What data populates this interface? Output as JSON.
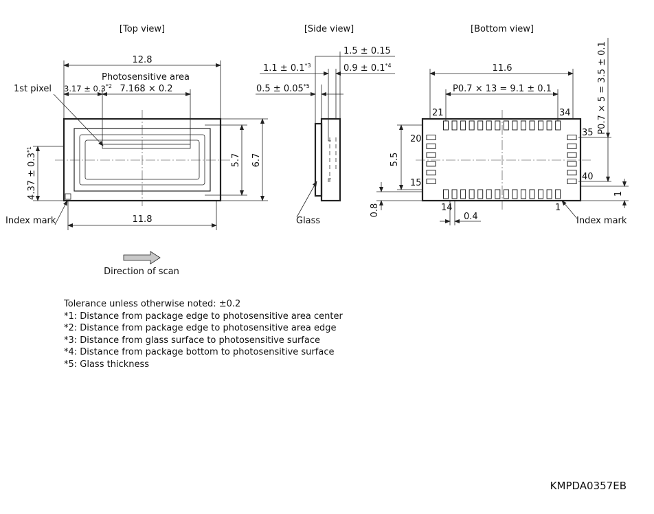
{
  "views": {
    "top": "[Top view]",
    "side": "[Side view]",
    "bottom": "[Bottom view]"
  },
  "top_view": {
    "width_overall": "12.8",
    "photosensitive_area": "Photosensitive area",
    "first_pixel": "1st pixel",
    "offset_edge": "3.17 ± 0.3",
    "offset_edge_note": "*2",
    "area_length": "7.168 × 0.2",
    "height_inner": "5.7",
    "height_overall": "6.7",
    "center_offset": "4.37 ± 0.3",
    "center_offset_note": "*1",
    "width_lower": "11.8",
    "index_mark": "Index mark"
  },
  "side_view": {
    "total_thickness": "1.5 ± 0.15",
    "glass_to_surface": "1.1 ± 0.1",
    "glass_to_surface_note": "*3",
    "bottom_to_surface": "0.9 ± 0.1",
    "bottom_to_surface_note": "*4",
    "glass_thickness": "0.5 ± 0.05",
    "glass_thickness_note": "*5",
    "glass": "Glass"
  },
  "bottom_view": {
    "width": "11.6",
    "pitch_horizontal": "P0.7 × 13 = 9.1 ± 0.1",
    "pitch_vertical": "P0.7 × 5 = 3.5 ± 0.1",
    "pin_21": "21",
    "pin_34": "34",
    "pin_35": "35",
    "pin_40": "40",
    "pin_20": "20",
    "pin_15": "15",
    "pin_14": "14",
    "pin_1": "1",
    "height": "5.5",
    "pad_offset": "0.8",
    "pad_width": "0.4",
    "pad_length": "1",
    "index_mark": "Index mark"
  },
  "scan_direction": "Direction of scan",
  "notes": [
    "Tolerance unless otherwise noted: ±0.2",
    "*1: Distance from package edge to photosensitive area center",
    "*2: Distance from package edge to photosensitive area edge",
    "*3: Distance from glass surface to photosensitive surface",
    "*4: Distance from package bottom to photosensitive surface",
    "*5: Glass thickness"
  ],
  "doc_id": "KMPDA0357EB"
}
